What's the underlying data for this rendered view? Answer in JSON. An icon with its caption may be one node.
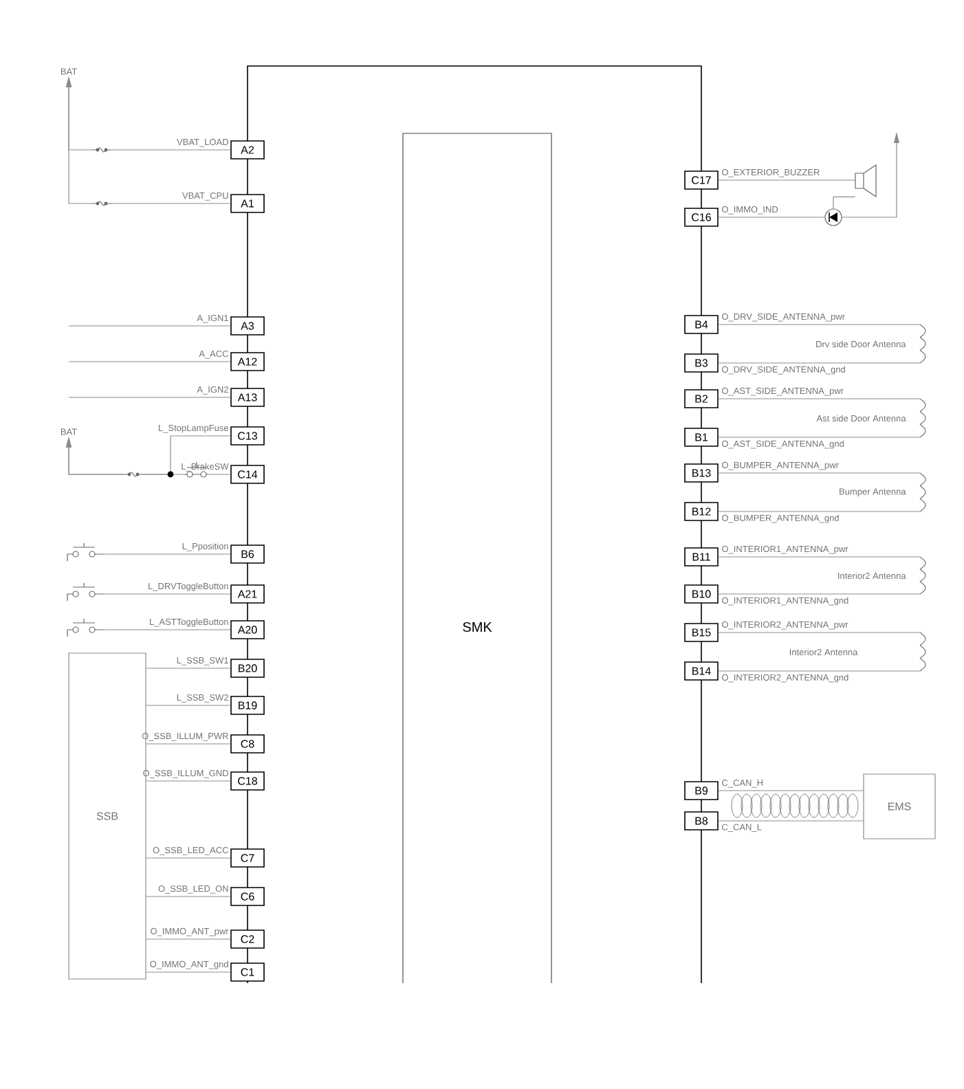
{
  "diagram": {
    "nodes": [
      {
        "text": [
          "SMK"
        ]
      },
      {
        "text": [
          "SSB"
        ]
      },
      {
        "text": [
          "EMS"
        ]
      },
      {
        "text": [
          "BAT"
        ]
      },
      {
        "text": [
          "BAT"
        ]
      },
      {
        "text": [],
        "shape": "picture"
      },
      {
        "text": [],
        "shape": "circle"
      },
      {
        "text": [
          "Drv side Door Antenna"
        ]
      },
      {
        "text": [
          "Ast side Door Antenna"
        ]
      },
      {
        "text": [
          "Bumper Antenna"
        ]
      },
      {
        "text": [
          "Interior2 Antenna"
        ]
      },
      {
        "text": [
          "Interior2 Antenna"
        ]
      },
      {
        "text": [],
        "shape": "picture"
      },
      {
        "text": [],
        "shape": "picture"
      },
      {
        "text": [],
        "shape": "picture"
      },
      {
        "text": [
          "A2"
        ],
        "beside": [
          "VBAT_LOAD"
        ]
      },
      {
        "text": [
          "A1"
        ],
        "beside": [
          "VBAT_CPU"
        ]
      },
      {
        "text": [
          "A3"
        ],
        "beside": [
          "A_IGN1"
        ]
      },
      {
        "text": [
          "A12"
        ],
        "beside": [
          "A_ACC"
        ]
      },
      {
        "text": [
          "A13"
        ],
        "beside": [
          "A_IGN2"
        ]
      },
      {
        "text": [
          "C13"
        ],
        "beside": [
          "L_StopLampFuse"
        ]
      },
      {
        "text": [
          "C14"
        ],
        "beside": [
          "L_BrakeSW"
        ]
      },
      {
        "text": [
          "B6"
        ],
        "beside": [
          "L_Pposition"
        ]
      },
      {
        "text": [
          "A21"
        ],
        "beside": [
          "L_DRVToggleButton"
        ]
      },
      {
        "text": [
          "A20"
        ],
        "beside": [
          "L_ASTToggleButton"
        ]
      },
      {
        "text": [
          "B20"
        ],
        "beside": [
          "L_SSB_SW1"
        ]
      },
      {
        "text": [
          "B19"
        ],
        "beside": [
          "L_SSB_SW2"
        ]
      },
      {
        "text": [
          "C8"
        ],
        "beside": [
          "O_SSB_ILLUM_PWR"
        ]
      },
      {
        "text": [
          "C18"
        ],
        "beside": [
          "O_SSB_ILLUM_GND"
        ]
      },
      {
        "text": [
          "C7"
        ],
        "beside": [
          "O_SSB_LED_ACC"
        ]
      },
      {
        "text": [
          "C6"
        ],
        "beside": [
          "O_SSB_LED_ON"
        ]
      },
      {
        "text": [
          "C2"
        ],
        "beside": [
          "O_IMMO_ANT_pwr"
        ]
      },
      {
        "text": [
          "C1"
        ],
        "beside": [
          "O_IMMO_ANT_gnd"
        ]
      },
      {
        "text": [
          "C17"
        ],
        "beside": [
          "O_EXTERIOR_BUZZER"
        ]
      },
      {
        "text": [
          "C16"
        ],
        "beside": [
          "O_IMMO_IND"
        ]
      },
      {
        "text": [
          "B4"
        ],
        "beside": [
          "O_DRV_SIDE_ANTENNA_pwr"
        ]
      },
      {
        "text": [
          "B3"
        ],
        "beside": [
          "O_DRV_SIDE_ANTENNA_gnd"
        ]
      },
      {
        "text": [
          "B2"
        ],
        "beside": [
          "O_AST_SIDE_ANTENNA_pwr"
        ]
      },
      {
        "text": [
          "B1"
        ],
        "beside": [
          "O_AST_SIDE_ANTENNA_gnd"
        ]
      },
      {
        "text": [
          "B13"
        ],
        "beside": [
          "O_BUMPER_ANTENNA_pwr"
        ]
      },
      {
        "text": [
          "B12"
        ],
        "beside": [
          "O_BUMPER_ANTENNA_gnd"
        ]
      },
      {
        "text": [
          "B11"
        ],
        "beside": [
          "O_INTERIOR1_ANTENNA_pwr"
        ]
      },
      {
        "text": [
          "B10"
        ],
        "beside": [
          "O_INTERIOR1_ANTENNA_gnd"
        ]
      },
      {
        "text": [
          "B15"
        ],
        "beside": [
          "O_INTERIOR2_ANTENNA_pwr"
        ]
      },
      {
        "text": [
          "B14"
        ],
        "beside": [
          "O_INTERIOR2_ANTENNA_gnd"
        ]
      },
      {
        "text": [
          "B9"
        ],
        "beside": [
          "C_CAN_H"
        ]
      },
      {
        "text": [
          "B8"
        ],
        "beside": [
          "C_CAN_L"
        ]
      }
    ],
    "edges": [
      {
        "from": 15,
        "to": 3,
        "arrow": "to"
      },
      {
        "from": 16,
        "to": 3,
        "arrow": "to"
      },
      {
        "from": null,
        "to": 17,
        "arrow": "none"
      },
      {
        "from": null,
        "to": 18,
        "arrow": "none"
      },
      {
        "from": null,
        "to": 19,
        "arrow": "none"
      },
      {
        "from": 20,
        "to": 4,
        "arrow": "to"
      },
      {
        "from": 21,
        "to": 4,
        "arrow": "to"
      },
      {
        "from": 22,
        "to": 12,
        "arrow": "none"
      },
      {
        "from": 23,
        "to": 13,
        "arrow": "none"
      },
      {
        "from": 24,
        "to": 14,
        "arrow": "none"
      },
      {
        "from": 25,
        "to": 1,
        "arrow": "none"
      },
      {
        "from": 26,
        "to": 1,
        "arrow": "none"
      },
      {
        "from": 27,
        "to": 1,
        "arrow": "none"
      },
      {
        "from": 28,
        "to": 1,
        "arrow": "none"
      },
      {
        "from": 29,
        "to": 1,
        "arrow": "none"
      },
      {
        "from": 30,
        "to": 1,
        "arrow": "none"
      },
      {
        "from": 31,
        "to": 1,
        "arrow": "none"
      },
      {
        "from": 32,
        "to": 1,
        "arrow": "none"
      },
      {
        "from": 33,
        "to": 5,
        "arrow": "none"
      },
      {
        "from": 34,
        "to": 6,
        "arrow": "none"
      },
      {
        "from": 5,
        "to": 6,
        "arrow": "none"
      },
      {
        "from": 6,
        "to": null,
        "arrow": "to"
      },
      {
        "from": 35,
        "to": 7,
        "arrow": "none"
      },
      {
        "from": 36,
        "to": 7,
        "arrow": "none"
      },
      {
        "from": 37,
        "to": 8,
        "arrow": "none"
      },
      {
        "from": 38,
        "to": 8,
        "arrow": "none"
      },
      {
        "from": 39,
        "to": 9,
        "arrow": "none"
      },
      {
        "from": 40,
        "to": 9,
        "arrow": "none"
      },
      {
        "from": 41,
        "to": 10,
        "arrow": "none"
      },
      {
        "from": 42,
        "to": 10,
        "arrow": "none"
      },
      {
        "from": 43,
        "to": 11,
        "arrow": "none"
      },
      {
        "from": 44,
        "to": 11,
        "arrow": "none"
      },
      {
        "from": 45,
        "to": 2,
        "arrow": "none"
      },
      {
        "from": 46,
        "to": 2,
        "arrow": "none"
      }
    ]
  }
}
